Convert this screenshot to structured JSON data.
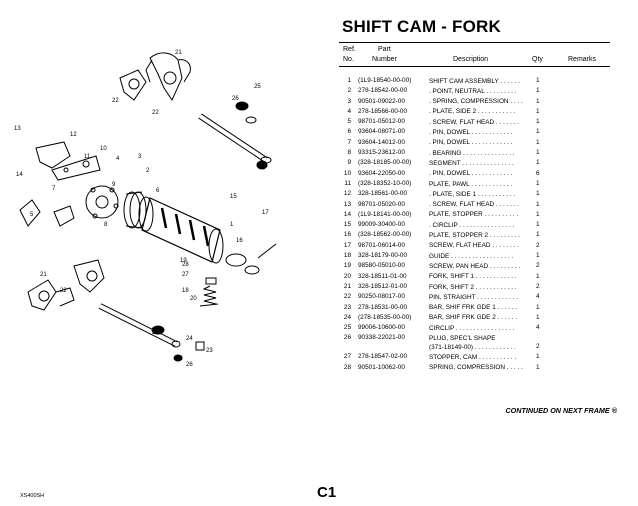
{
  "title": "SHIFT CAM - FORK",
  "headers": {
    "ref_line1": "Ref.",
    "ref_line2": "No.",
    "part_line1": "Part",
    "part_line2": "Number",
    "description": "Description",
    "qty": "Qty",
    "remarks": "Remarks"
  },
  "rows": [
    {
      "ref": "1",
      "part": "(1L9-18540-00-00)",
      "desc": "SHIFT CAM ASSEMBLY . . . . . .",
      "qty": "1"
    },
    {
      "ref": "2",
      "part": "278-18542-00-00",
      "desc": ". POINT, NEUTRAL . . . . . . . . .",
      "qty": "1"
    },
    {
      "ref": "3",
      "part": "90501-09022-00",
      "desc": ". SPRING, COMPRESSION . . . .",
      "qty": "1"
    },
    {
      "ref": "4",
      "part": "278-18566-00-00",
      "desc": ". PLATE, SIDE 2 . . . . . . . . . . .",
      "qty": "1"
    },
    {
      "ref": "5",
      "part": "98701-05012-00",
      "desc": ". SCREW, FLAT HEAD . . . . . . .",
      "qty": "1"
    },
    {
      "ref": "6",
      "part": "93604-08071-00",
      "desc": ". PIN, DOWEL . . . . . . . . . . . .",
      "qty": "1"
    },
    {
      "ref": "7",
      "part": "93604-14012-00",
      "desc": ". PIN, DOWEL . . . . . . . . . . . .",
      "qty": "1"
    },
    {
      "ref": "8",
      "part": "93315-23612-00",
      "desc": ". BEARING . . . . . . . . . . . . . . .",
      "qty": "1"
    },
    {
      "ref": "9",
      "part": "(328-18185-00-00)",
      "desc": "SEGMENT . . . . . . . . . . . . . . .",
      "qty": "1"
    },
    {
      "ref": "10",
      "part": "93604-22050-00",
      "desc": ". PIN, DOWEL . . . . . . . . . . . .",
      "qty": "6"
    },
    {
      "ref": "11",
      "part": "(328-18352-10-00)",
      "desc": "PLATE, PAWL . . . . . . . . . . . .",
      "qty": "1"
    },
    {
      "ref": "12",
      "part": "328-18561-00-00",
      "desc": ". PLATE, SIDE 1 . . . . . . . . . . .",
      "qty": "1"
    },
    {
      "ref": "13",
      "part": "98701-05020-00",
      "desc": ". SCREW, FLAT HEAD . . . . . . .",
      "qty": "1"
    },
    {
      "ref": "14",
      "part": "(1L9-18141-00-00)",
      "desc": "PLATE, STOPPER . . . . . . . . . .",
      "qty": "1"
    },
    {
      "ref": "15",
      "part": "99009-30400-00",
      "desc": ". CIRCLIP . . . . . . . . . . . . . . . .",
      "qty": "1"
    },
    {
      "ref": "16",
      "part": "(328-18562-00-00)",
      "desc": "PLATE, STOPPER 2 . . . . . . . . .",
      "qty": "1"
    },
    {
      "ref": "17",
      "part": "98701-06014-00",
      "desc": "SCREW, FLAT HEAD . . . . . . . .",
      "qty": "2"
    },
    {
      "ref": "18",
      "part": "328-18179-00-00",
      "desc": "GUIDE . . . . . . . . . . . . . . . . . .",
      "qty": "1"
    },
    {
      "ref": "19",
      "part": "98580-05010-00",
      "desc": "SCREW, PAN HEAD . . . . . . . . .",
      "qty": "2"
    },
    {
      "ref": "20",
      "part": "328-18511-01-00",
      "desc": "FORK, SHIFT 1 . . . . . . . . . . . .",
      "qty": "1"
    },
    {
      "ref": "21",
      "part": "328-18512-01-00",
      "desc": "FORK, SHIFT 2 . . . . . . . . . . . .",
      "qty": "2"
    },
    {
      "ref": "22",
      "part": "90250-08017-00",
      "desc": "PIN, STRAIGHT . . . . . . . . . . . .",
      "qty": "4"
    },
    {
      "ref": "23",
      "part": "278-18531-00-00",
      "desc": "BAR, SHIF FRK GDE 1 . . . . . .",
      "qty": "1"
    },
    {
      "ref": "24",
      "part": "(278-18535-00-00)",
      "desc": "BAR, SHIF FRK GDE 2 . . . . . .",
      "qty": "1"
    },
    {
      "ref": "25",
      "part": "99006-10600-00",
      "desc": "CIRCLIP . . . . . . . . . . . . . . . . .",
      "qty": "4"
    },
    {
      "ref": "26",
      "part": "90338-22021-00",
      "desc": "PLUG, SPEC’L SHAPE\n(371-18149-00) . . . . . . . . . . . .",
      "qty": "2"
    },
    {
      "ref": "27",
      "part": "278-18547-02-00",
      "desc": "STOPPER, CAM . . . . . . . . . . .",
      "qty": "1"
    },
    {
      "ref": "28",
      "part": "90501-10062-00",
      "desc": "SPRING, COMPRESSION . . . . .",
      "qty": "1"
    }
  ],
  "continued": "CONTINUED ON NEXT FRAME ®",
  "page_number": "C1",
  "model_code": "XS400SH",
  "diagram_callouts": [
    "21",
    "22",
    "22",
    "26",
    "25",
    "13",
    "12",
    "14",
    "11",
    "10",
    "9",
    "7",
    "8",
    "4",
    "3",
    "2",
    "6",
    "5",
    "15",
    "16",
    "17",
    "28",
    "27",
    "19",
    "18",
    "20",
    "21",
    "22",
    "25",
    "26",
    "24",
    "23",
    "1",
    "26"
  ]
}
